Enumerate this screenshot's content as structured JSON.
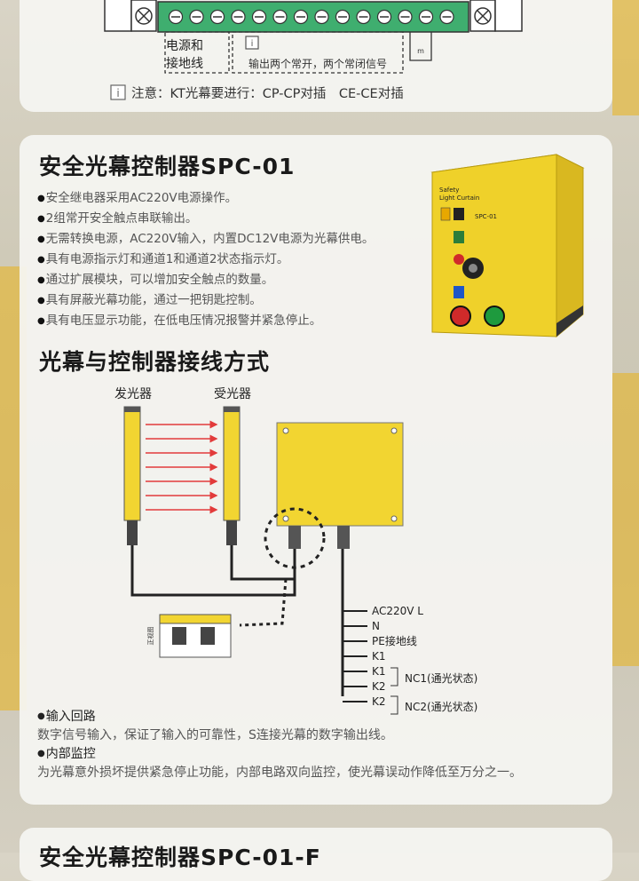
{
  "top_section": {
    "power_label_1": "电源和",
    "power_label_2": "接地线",
    "output_note": "输出两个常开，两个常闭信号",
    "warning_text": "注意：KT光幕要进行：CP-CP对插　CE-CE对插"
  },
  "spc01": {
    "title": "安全光幕控制器SPC-01",
    "features": [
      "安全继电器采用AC220V电源操作。",
      "2组常开安全触点串联输出。",
      "无需转换电源，AC220V输入，内置DC12V电源为光幕供电。",
      "具有电源指示灯和通道1和通道2状态指示灯。",
      "通过扩展模块，可以增加安全触点的数量。",
      "具有屏蔽光幕功能，通过一把钥匙控制。",
      "具有电压显示功能，在低电压情况报警并紧急停止。"
    ],
    "device_label_1": "Safety",
    "device_label_2": "Light Curtain",
    "device_label_3": "SPC-01"
  },
  "wiring": {
    "title": "光幕与控制器接线方式",
    "emitter_label": "发光器",
    "receiver_label": "受光器",
    "module_label": "正视图",
    "terminals": [
      "AC220V L",
      "N",
      "PE接地线",
      "K1",
      "K1",
      "K2",
      "K2"
    ],
    "nc1_label": "NC1(通光状态)",
    "nc2_label": "NC2(通光状态)"
  },
  "notes": {
    "input_heading": "输入回路",
    "input_desc": "数字信号输入，保证了输入的可靠性，S连接光幕的数字输出线。",
    "internal_heading": "内部监控",
    "internal_desc": "为光幕意外损坏提供紧急停止功能，内部电路双向监控，使光幕误动作降低至万分之一。"
  },
  "next_section": {
    "title": "安全光幕控制器SPC-01-F"
  },
  "colors": {
    "yellow": "#f2d531",
    "terminal_green": "#3fae6f",
    "arrow_red": "#e23b3b"
  }
}
